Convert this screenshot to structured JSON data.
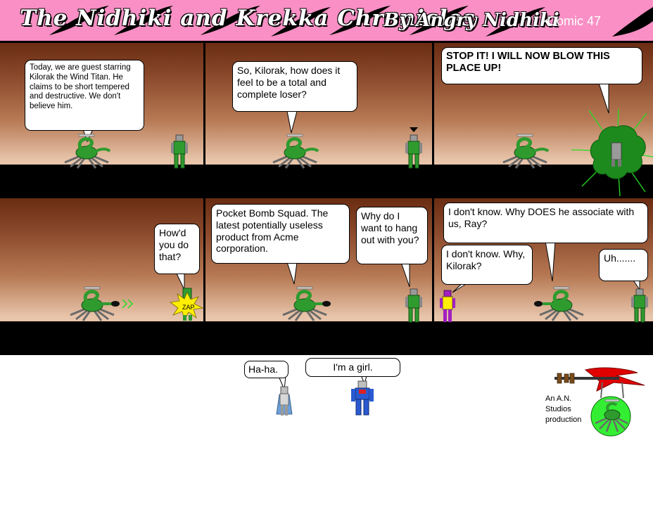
{
  "header": {
    "title": "The Nidhiki and Krekka Chronicles",
    "byline": "By Angry Nidhiki",
    "comic_number": "Comic 47"
  },
  "panels": [
    {
      "bubbles": [
        {
          "text": "Today, we are guest starring Kilorak the Wind Titan.  He claims to be short tempered and destructive.  We don't believe him."
        }
      ]
    },
    {
      "bubbles": [
        {
          "text": "So, Kilorak, how does it feel to be a total and complete loser?"
        }
      ]
    },
    {
      "bubbles": [
        {
          "text": "STOP IT!  I WILL NOW BLOW THIS PLACE UP!"
        }
      ]
    },
    {
      "bubbles": [
        {
          "text": "How'd you do that?"
        }
      ],
      "sfx": "ZAP"
    },
    {
      "bubbles": [
        {
          "text": "Pocket Bomb Squad.  The latest potentially useless product from Acme corporation."
        },
        {
          "text": "Why do I want to hang out with you?"
        }
      ]
    },
    {
      "bubbles": [
        {
          "text": "I don't know.  Why DOES he associate with us, Ray?"
        },
        {
          "text": "I don't know. Why, Kilorak?"
        },
        {
          "text": "Uh......."
        }
      ]
    }
  ],
  "extras": {
    "bubbles": [
      {
        "text": "Ha-ha."
      },
      {
        "text": "I'm a girl."
      }
    ],
    "credit": "An A.N. Studios production"
  },
  "colors": {
    "banner": "#f98fc4",
    "floor": "#000000",
    "wall_top": "#6a2c12",
    "wall_bottom": "#f6dccb",
    "character_green": "#2f9b2f",
    "character_gray": "#9a9a9a",
    "explosion": "#1d8a1d",
    "laser": "#22dd22",
    "sfx_yellow": "#ffee00",
    "logo_red": "#e00000",
    "logo_green": "#33ee33"
  }
}
